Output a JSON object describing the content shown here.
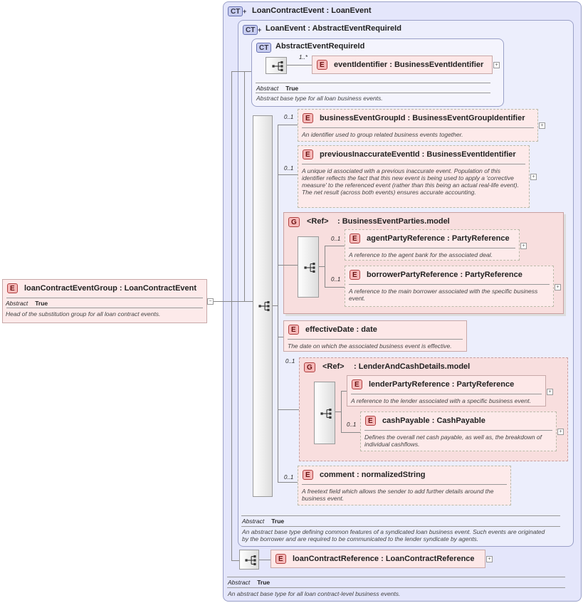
{
  "outer": {
    "badge": "CT",
    "name": "LoanContractEvent",
    "base": "LoanEvent",
    "abstract_label": "Abstract",
    "abstract_value": "True",
    "description": "An abstract base type for all loan contract-level business events."
  },
  "group_element": {
    "badge": "E",
    "name": "loanContractEventGroup",
    "type": "LoanContractEvent",
    "abstract_label": "Abstract",
    "abstract_value": "True",
    "description": "Head of the substitution group for all loan contract events.",
    "collapse": "−"
  },
  "loan_event": {
    "badge": "CT",
    "name": "LoanEvent",
    "base": "AbstractEventRequireId",
    "abstract_label": "Abstract",
    "abstract_value": "True",
    "description": "An abstract base type defining common features of a syndicated loan business event. Such events are originated by the borrower and are required to be communicated to the lender syndicate by agents."
  },
  "abstract_event": {
    "badge": "CT",
    "name": "AbstractEventRequireId",
    "abstract_label": "Abstract",
    "abstract_value": "True",
    "description": "Abstract base type for all loan business events.",
    "child": {
      "badge": "E",
      "name": "eventIdentifier",
      "type": "BusinessEventIdentifier",
      "card": "1..*"
    }
  },
  "elements": {
    "businessEventGroupId": {
      "badge": "E",
      "name": "businessEventGroupId",
      "type": "BusinessEventGroupIdentifier",
      "card": "0..1",
      "description": "An identifier used to group related business events together."
    },
    "previousInaccurateEventId": {
      "badge": "E",
      "name": "previousInaccurateEventId",
      "type": "BusinessEventIdentifier",
      "card": "0..1",
      "description": "A unique id associated with a previous inaccurate event. Population of this identifier reflects the fact that this new event is being used to apply a 'corrective measure' to the referenced event (rather than this being an actual real-life event). The net result (across both events) ensures accurate accounting."
    },
    "effectiveDate": {
      "badge": "E",
      "name": "effectiveDate",
      "type": "date",
      "description": "The date on which the associated business event is effective."
    },
    "comment": {
      "badge": "E",
      "name": "comment",
      "type": "normalizedString",
      "card": "0..1",
      "description": "A freetext field which allows the sender to add further details around the business event."
    },
    "loanContractReference": {
      "badge": "E",
      "name": "loanContractReference",
      "type": "LoanContractReference"
    }
  },
  "parties_group": {
    "badge": "G",
    "ref": "<Ref>",
    "name": "BusinessEventParties.model",
    "agent": {
      "badge": "E",
      "name": "agentPartyReference",
      "type": "PartyReference",
      "card": "0..1",
      "description": "A reference to the agent bank for the associated deal."
    },
    "borrower": {
      "badge": "E",
      "name": "borrowerPartyReference",
      "type": "PartyReference",
      "card": "0..1",
      "description": "A reference to the main borrower associated with the specific business event."
    }
  },
  "lender_group": {
    "badge": "G",
    "ref": "<Ref>",
    "name": "LenderAndCashDetails.model",
    "card": "0..1",
    "lender": {
      "badge": "E",
      "name": "lenderPartyReference",
      "type": "PartyReference",
      "description": "A reference to the lender associated with a specific business event."
    },
    "cash": {
      "badge": "E",
      "name": "cashPayable",
      "type": "CashPayable",
      "card": "0..1",
      "description": "Defines the overall net cash payable, as well as, the breakdown of individual cashflows."
    }
  },
  "separator": " : ",
  "expand_symbol": "+"
}
